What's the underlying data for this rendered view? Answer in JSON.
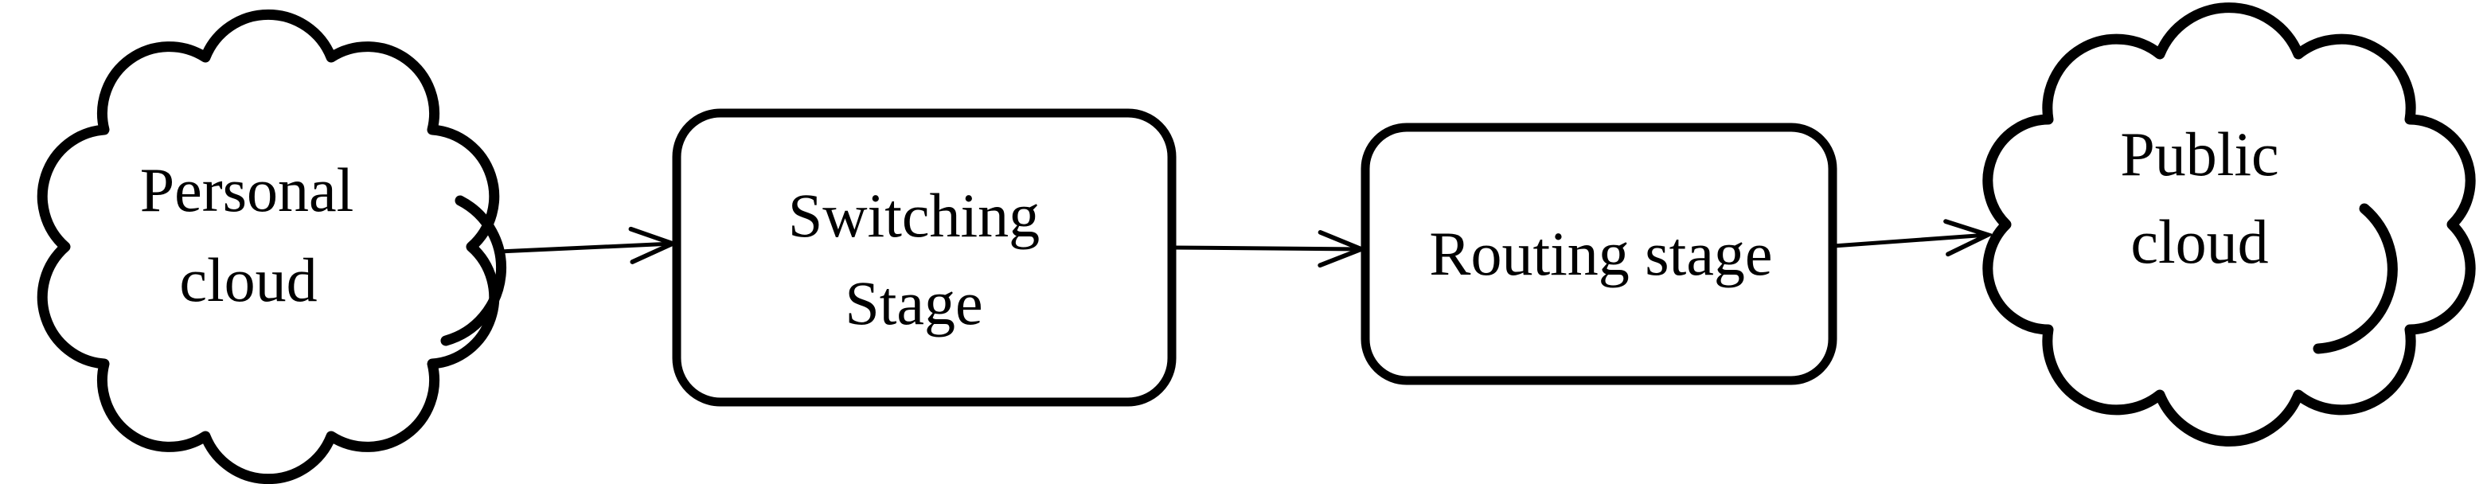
{
  "diagram": {
    "background_color": "#ffffff",
    "stroke_color": "#000000",
    "text_color": "#000000",
    "nodes": {
      "personal_cloud": {
        "shape": "cloud",
        "lines": [
          "Personal",
          "cloud"
        ]
      },
      "switching_stage": {
        "shape": "rounded-rect",
        "lines": [
          "Switching",
          "Stage"
        ]
      },
      "routing_stage": {
        "shape": "rounded-rect",
        "lines": [
          "Routing stage"
        ]
      },
      "public_cloud": {
        "shape": "cloud",
        "lines": [
          "Public",
          "cloud"
        ]
      }
    },
    "edges": [
      {
        "from": "personal_cloud",
        "to": "switching_stage",
        "style": "arrow-right"
      },
      {
        "from": "switching_stage",
        "to": "routing_stage",
        "style": "arrow-right"
      },
      {
        "from": "routing_stage",
        "to": "public_cloud",
        "style": "arrow-right"
      }
    ]
  }
}
